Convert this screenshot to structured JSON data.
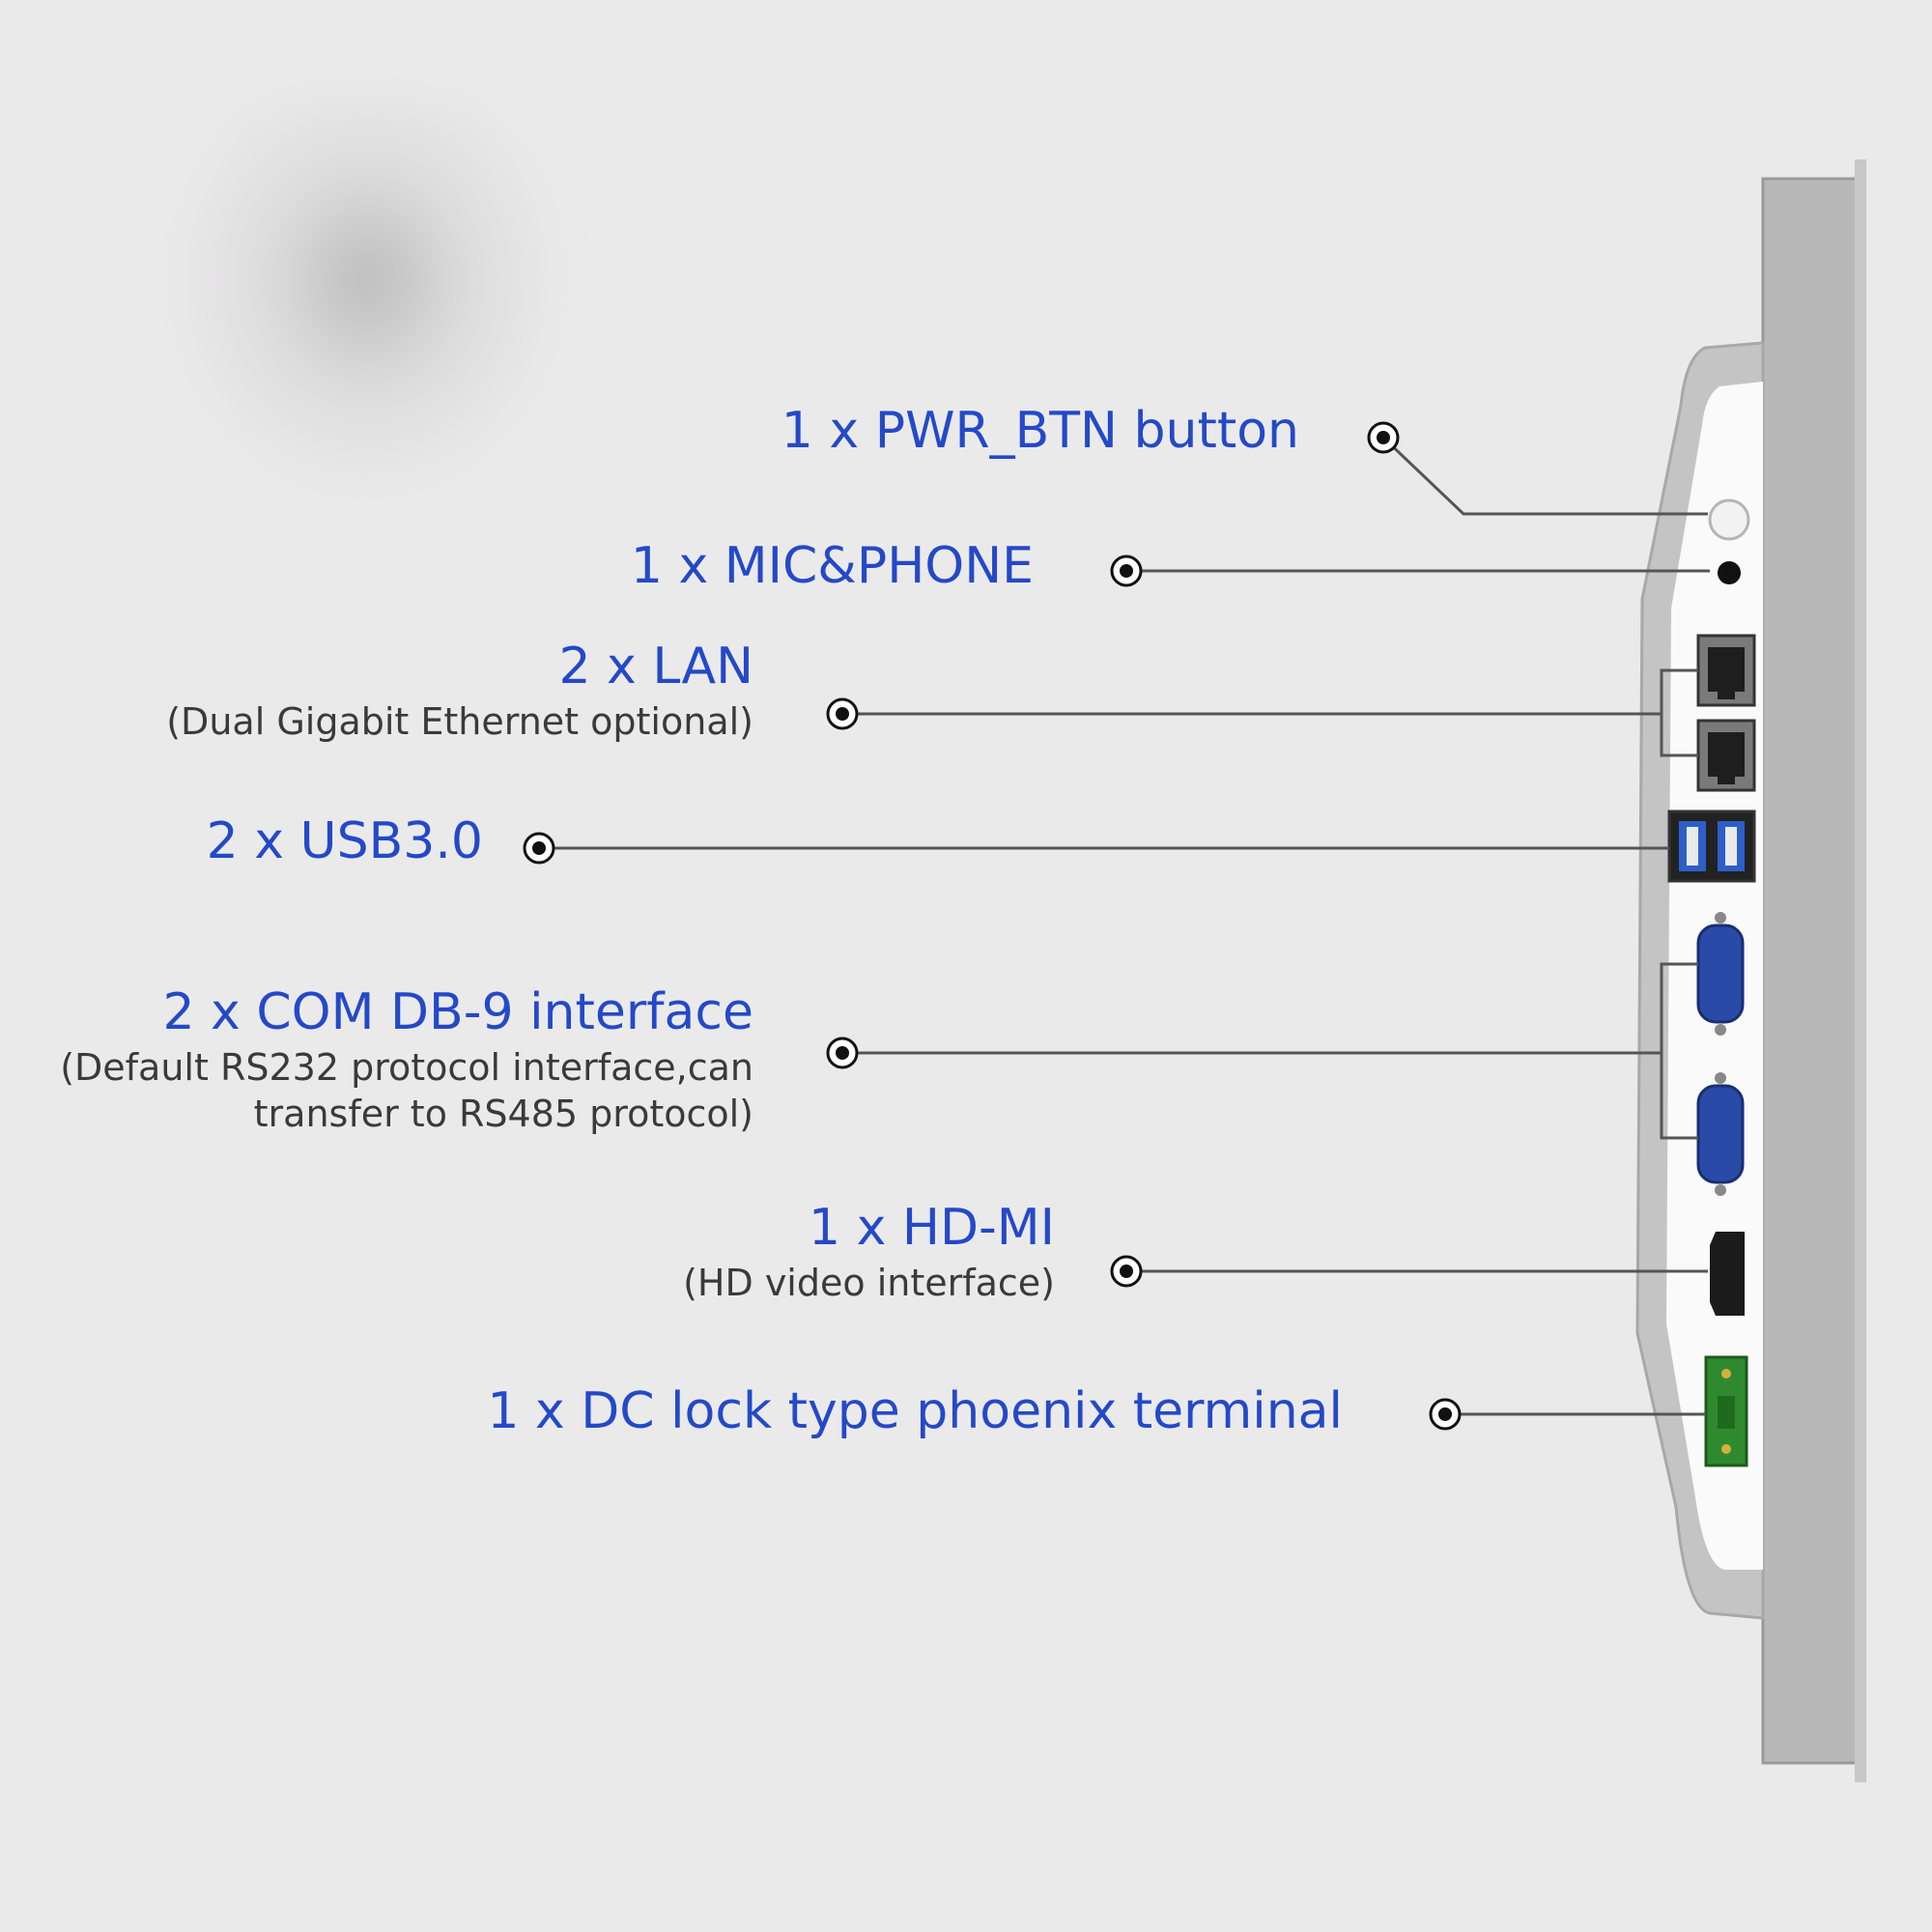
{
  "callouts": [
    {
      "title": "1 x PWR_BTN button",
      "subtitle": ""
    },
    {
      "title": "1 x MIC&PHONE",
      "subtitle": ""
    },
    {
      "title": "2 x LAN",
      "subtitle": "(Dual Gigabit Ethernet optional)"
    },
    {
      "title": "2 x USB3.0",
      "subtitle": ""
    },
    {
      "title": "2 x COM DB-9 interface",
      "subtitle": "(Default RS232 protocol interface,can",
      "subtitle2": "transfer to RS485 protocol)"
    },
    {
      "title": "1 x HD-MI",
      "subtitle": "(HD video interface)"
    },
    {
      "title": "1 x DC lock type phoenix terminal",
      "subtitle": ""
    }
  ],
  "colors": {
    "title": "#2449c8",
    "subtitle": "#3a3a3a",
    "background": "#ebeaeb",
    "line": "#555555"
  },
  "ports": [
    "power-button",
    "audio-jack",
    "lan-port",
    "lan-port",
    "usb3-port",
    "com-port",
    "com-port",
    "hdmi-port",
    "dc-terminal"
  ]
}
